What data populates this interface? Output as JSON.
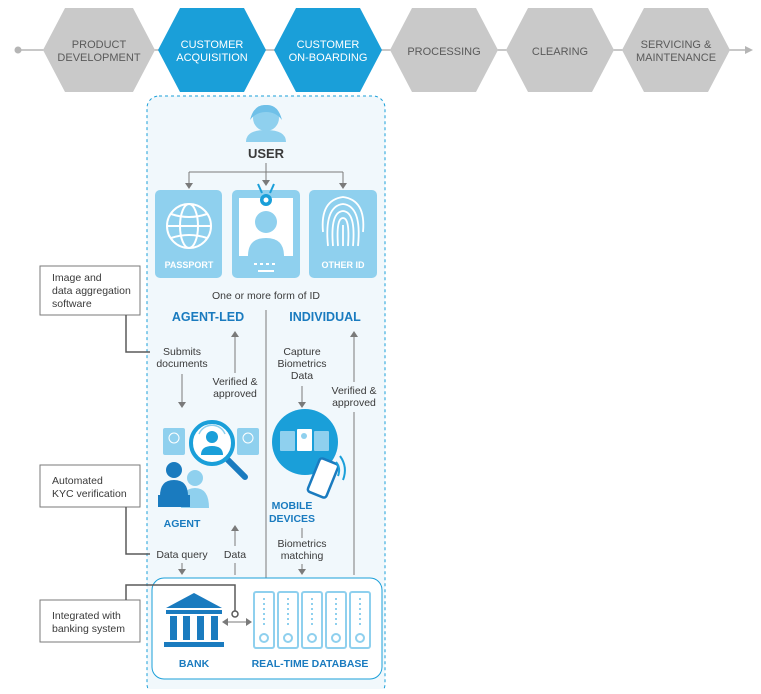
{
  "stages": [
    {
      "line1": "PRODUCT",
      "line2": "DEVELOPMENT",
      "active": false
    },
    {
      "line1": "CUSTOMER",
      "line2": "ACQUISITION",
      "active": true
    },
    {
      "line1": "CUSTOMER",
      "line2": "ON-BOARDING",
      "active": true
    },
    {
      "line1": "PROCESSING",
      "line2": "",
      "active": false
    },
    {
      "line1": "CLEARING",
      "line2": "",
      "active": false
    },
    {
      "line1": "SERVICING &",
      "line2": "MAINTENANCE",
      "active": false
    }
  ],
  "user_label": "USER",
  "id_cards": {
    "passport": "PASSPORT",
    "other_id": "OTHER ID",
    "caption": "One or more form of ID"
  },
  "agent_led": {
    "title": "AGENT-LED",
    "submits_1": "Submits",
    "submits_2": "documents",
    "verified_1": "Verified &",
    "verified_2": "approved",
    "agent_label": "AGENT",
    "data_query": "Data query",
    "data": "Data"
  },
  "individual": {
    "title": "INDIVIDUAL",
    "capture_1": "Capture",
    "capture_2": "Biometrics",
    "capture_3": "Data",
    "verified_1": "Verified &",
    "verified_2": "approved",
    "mobile_1": "MOBILE",
    "mobile_2": "DEVICES",
    "bio_1": "Biometrics",
    "bio_2": "matching"
  },
  "side_boxes": [
    {
      "lines": [
        "Image and",
        "data aggregation",
        "software"
      ]
    },
    {
      "lines": [
        "Automated",
        "KYC verification"
      ]
    },
    {
      "lines": [
        "Integrated with",
        "banking system"
      ]
    }
  ],
  "bottom": {
    "bank": "BANK",
    "database": "REAL-TIME DATABASE"
  },
  "colors": {
    "accent": "#1a9fd9",
    "accent_dark": "#1a7bbf",
    "light_blue": "#8fd0ee",
    "grey_stage": "#c9c9c9",
    "panel_bg": "#f1f8fc"
  }
}
